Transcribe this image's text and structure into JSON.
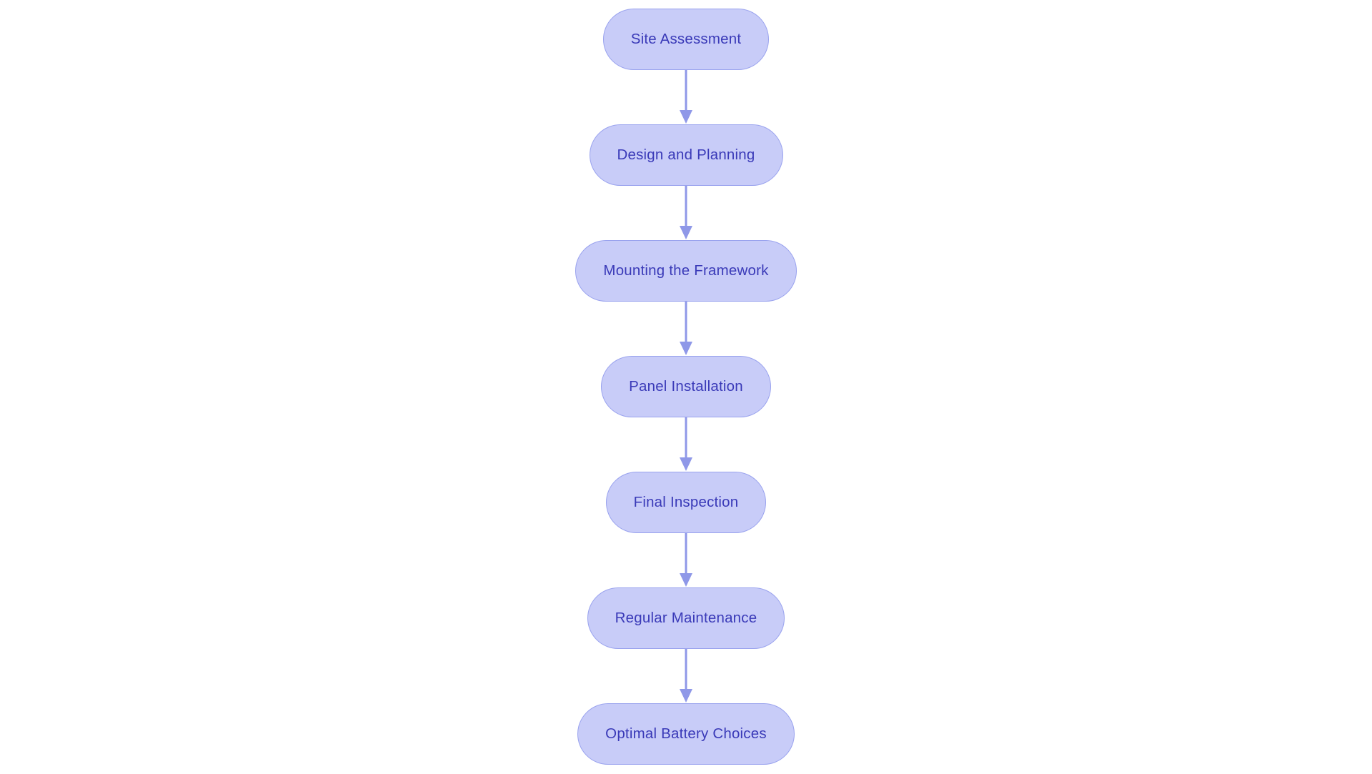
{
  "diagram": {
    "type": "flowchart",
    "direction": "top-to-bottom",
    "nodes": [
      {
        "id": "site-assessment",
        "label": "Site Assessment"
      },
      {
        "id": "design-and-planning",
        "label": "Design and Planning"
      },
      {
        "id": "mounting-the-framework",
        "label": "Mounting the Framework"
      },
      {
        "id": "panel-installation",
        "label": "Panel Installation"
      },
      {
        "id": "final-inspection",
        "label": "Final Inspection"
      },
      {
        "id": "regular-maintenance",
        "label": "Regular Maintenance"
      },
      {
        "id": "optimal-battery-choices",
        "label": "Optimal Battery Choices"
      }
    ],
    "edges": [
      {
        "from": "site-assessment",
        "to": "design-and-planning"
      },
      {
        "from": "design-and-planning",
        "to": "mounting-the-framework"
      },
      {
        "from": "mounting-the-framework",
        "to": "panel-installation"
      },
      {
        "from": "panel-installation",
        "to": "final-inspection"
      },
      {
        "from": "final-inspection",
        "to": "regular-maintenance"
      },
      {
        "from": "regular-maintenance",
        "to": "optimal-battery-choices"
      }
    ],
    "colors": {
      "background": "#ffffff",
      "node_fill": "#c8ccf8",
      "node_border": "#99a2ee",
      "node_text": "#3a3ab8",
      "arrow": "#8f98e8"
    }
  }
}
